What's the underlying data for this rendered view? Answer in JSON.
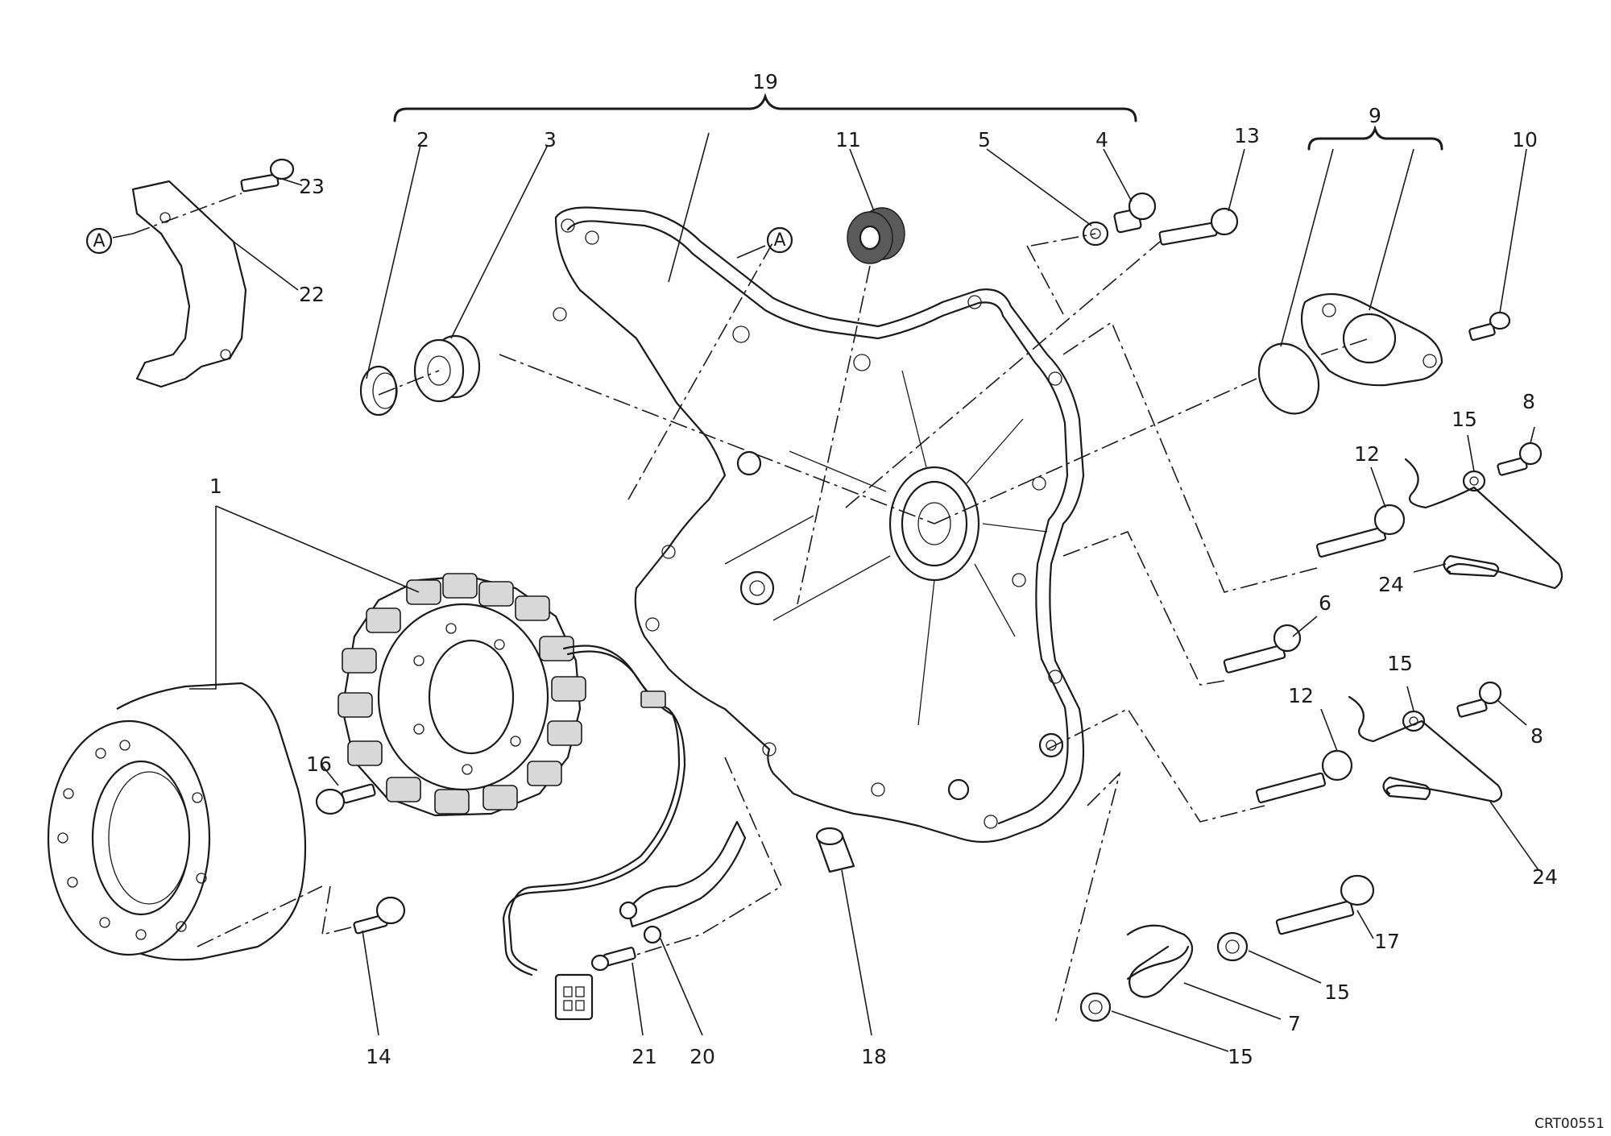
{
  "diagram": {
    "drawing_code": "CRT00551",
    "reference_mark": "A",
    "callouts": {
      "c1": "1",
      "c2": "2",
      "c3": "3",
      "c4": "4",
      "c5": "5",
      "c6": "6",
      "c7": "7",
      "c8a": "8",
      "c8b": "8",
      "c9": "9",
      "c10": "10",
      "c11": "11",
      "c12a": "12",
      "c12b": "12",
      "c13": "13",
      "c14": "14",
      "c15a": "15",
      "c15b": "15",
      "c15c": "15",
      "c15d": "15",
      "c16": "16",
      "c17": "17",
      "c18": "18",
      "c19": "19",
      "c20": "20",
      "c21": "21",
      "c22": "22",
      "c23": "23",
      "c24a": "24",
      "c24b": "24"
    }
  }
}
